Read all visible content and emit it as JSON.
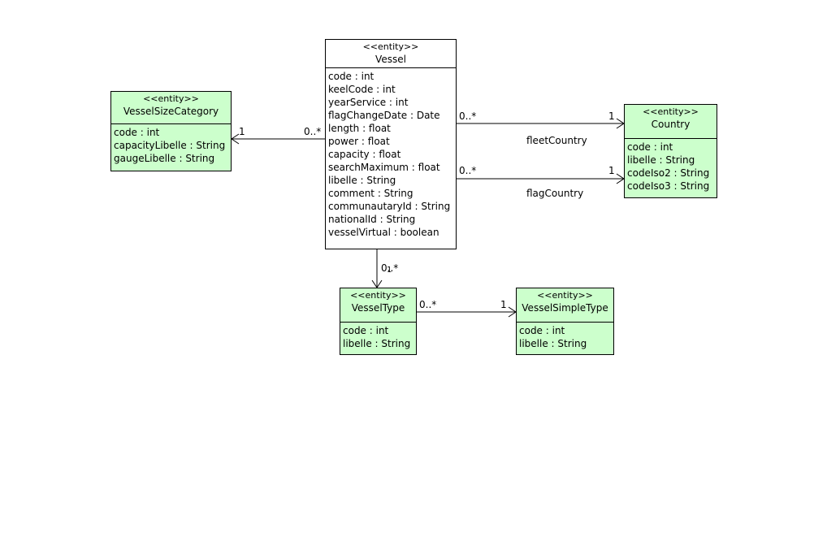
{
  "entities": {
    "vessel": {
      "stereotype": "<<entity>>",
      "name": "Vessel",
      "attributes": [
        "code : int",
        "keelCode : int",
        "yearService : int",
        "flagChangeDate : Date",
        "length : float",
        "power : float",
        "capacity : float",
        "searchMaximum : float",
        "libelle : String",
        "comment : String",
        "communautaryId : String",
        "nationalId : String",
        "vesselVirtual : boolean"
      ]
    },
    "vesselSizeCategory": {
      "stereotype": "<<entity>>",
      "name": "VesselSizeCategory",
      "attributes": [
        "code : int",
        "capacityLibelle : String",
        "gaugeLibelle : String"
      ]
    },
    "country": {
      "stereotype": "<<entity>>",
      "name": "Country",
      "attributes": [
        "code : int",
        "libelle : String",
        "codeIso2 : String",
        "codeIso3 : String"
      ]
    },
    "vesselType": {
      "stereotype": "<<entity>>",
      "name": "VesselType",
      "attributes": [
        "code : int",
        "libelle : String"
      ]
    },
    "vesselSimpleType": {
      "stereotype": "<<entity>>",
      "name": "VesselSimpleType",
      "attributes": [
        "code : int",
        "libelle : String"
      ]
    }
  },
  "associations": {
    "sizeCategory": {
      "source_mult": "0..*",
      "target_mult": "1"
    },
    "fleetCountry": {
      "source_mult": "0..*",
      "target_mult": "1",
      "role": "fleetCountry"
    },
    "flagCountry": {
      "source_mult": "0..*",
      "target_mult": "1",
      "role": "flagCountry"
    },
    "vesselType": {
      "source_mult": "0..*",
      "target_mult": "1"
    },
    "simpleType": {
      "source_mult": "0..*",
      "target_mult": "1"
    }
  },
  "colors": {
    "entity_fill": "#ccffcc",
    "vessel_fill": "#ffffff",
    "line": "#000000"
  }
}
